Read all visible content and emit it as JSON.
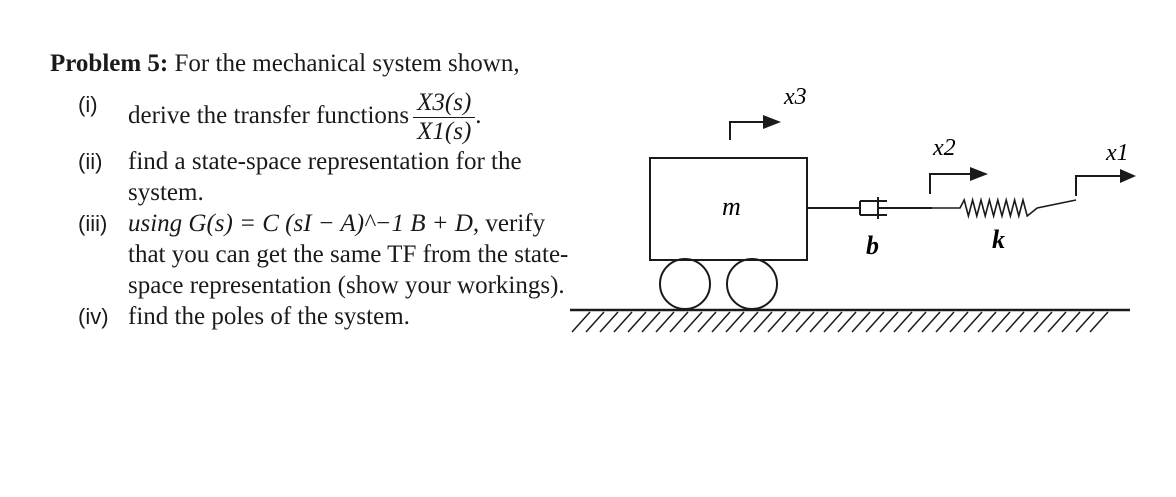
{
  "problem": {
    "label": "Problem 5:",
    "intro": "For the mechanical system shown,",
    "parts": [
      {
        "numeral": "(i)",
        "text": "derive the transfer functions",
        "fraction_num": "X3(s)",
        "fraction_den": "X1(s)",
        "suffix": "."
      },
      {
        "numeral": "(ii)",
        "text": "find a state-space representation for the system."
      },
      {
        "numeral": "(iii)",
        "formula": "using G(s) = C (sI − A)^−1 B + D,",
        "text": "verify that you can get the same TF from the state-space representation (show your workings)."
      },
      {
        "numeral": "(iv)",
        "text": "find the poles of the system."
      }
    ]
  },
  "diagram": {
    "mass_label": "m",
    "damper_label": "b",
    "spring_label": "k",
    "x1_label": "x1",
    "x2_label": "x2",
    "x3_label": "x3"
  }
}
